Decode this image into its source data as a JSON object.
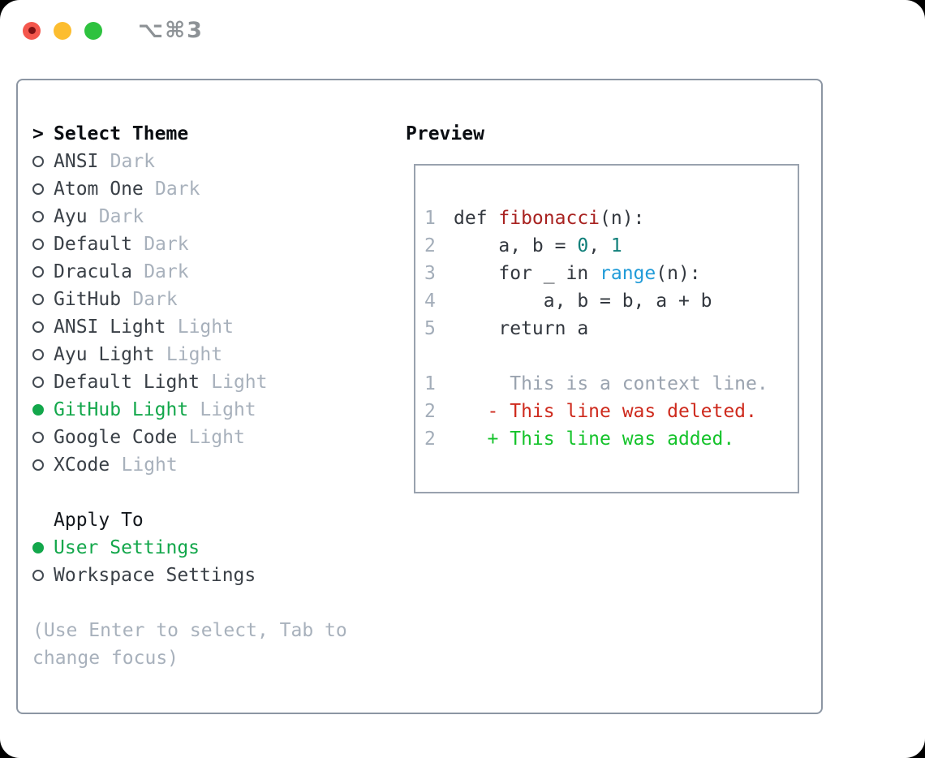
{
  "window": {
    "title": "⌥⌘3",
    "traffic_lights": [
      "close",
      "minimize",
      "zoom"
    ]
  },
  "theme_picker": {
    "prompt": ">",
    "title": "Select Theme",
    "themes": [
      {
        "name": "ANSI",
        "variant": "Dark",
        "selected": false
      },
      {
        "name": "Atom One",
        "variant": "Dark",
        "selected": false
      },
      {
        "name": "Ayu",
        "variant": "Dark",
        "selected": false
      },
      {
        "name": "Default",
        "variant": "Dark",
        "selected": false
      },
      {
        "name": "Dracula",
        "variant": "Dark",
        "selected": false
      },
      {
        "name": "GitHub",
        "variant": "Dark",
        "selected": false
      },
      {
        "name": "ANSI Light",
        "variant": "Light",
        "selected": false
      },
      {
        "name": "Ayu Light",
        "variant": "Light",
        "selected": false
      },
      {
        "name": "Default Light",
        "variant": "Light",
        "selected": false
      },
      {
        "name": "GitHub Light",
        "variant": "Light",
        "selected": true
      },
      {
        "name": "Google Code",
        "variant": "Light",
        "selected": false
      },
      {
        "name": "XCode",
        "variant": "Light",
        "selected": false
      }
    ],
    "apply_to": {
      "title": "Apply To",
      "options": [
        {
          "label": "User Settings",
          "selected": true
        },
        {
          "label": "Workspace Settings",
          "selected": false
        }
      ]
    },
    "hint": "(Use Enter to select, Tab to change focus)",
    "hint_lines": [
      "(Use Enter to select, Tab to",
      "change focus)"
    ]
  },
  "preview": {
    "title": "Preview",
    "lines": [
      {
        "num": "1",
        "segments": [
          {
            "t": "def ",
            "c": "code"
          },
          {
            "t": "fibonacci",
            "c": "func"
          },
          {
            "t": "(n):",
            "c": "code"
          }
        ]
      },
      {
        "num": "2",
        "segments": [
          {
            "t": "    a, b = ",
            "c": "code"
          },
          {
            "t": "0",
            "c": "num"
          },
          {
            "t": ", ",
            "c": "code"
          },
          {
            "t": "1",
            "c": "num"
          }
        ]
      },
      {
        "num": "3",
        "segments": [
          {
            "t": "    for _ in ",
            "c": "code"
          },
          {
            "t": "range",
            "c": "builtin"
          },
          {
            "t": "(n):",
            "c": "code"
          }
        ]
      },
      {
        "num": "4",
        "segments": [
          {
            "t": "        a, b = b, a + b",
            "c": "code"
          }
        ]
      },
      {
        "num": "5",
        "segments": [
          {
            "t": "    return a",
            "c": "code"
          }
        ]
      },
      {
        "num": "",
        "segments": []
      },
      {
        "num": "1",
        "segments": [
          {
            "t": "     This is a context line.",
            "c": "context"
          }
        ]
      },
      {
        "num": "2",
        "segments": [
          {
            "t": "   - This line was deleted.",
            "c": "deleted"
          }
        ]
      },
      {
        "num": "2",
        "segments": [
          {
            "t": "   + This line was added.",
            "c": "added"
          }
        ]
      }
    ]
  },
  "colors": {
    "accent_green": "#13a74b",
    "function_red": "#a82220",
    "number_teal": "#0f7f79",
    "builtin_blue": "#209bd8",
    "deleted_red": "#ce2a1d",
    "added_green": "#15c32b",
    "muted_gray": "#a8b1bc",
    "text_dark": "#3a4047",
    "border_gray": "#8c96a3",
    "traffic_red": "#f4574d",
    "traffic_yellow": "#fcbd2f",
    "traffic_green": "#2ec23f"
  }
}
